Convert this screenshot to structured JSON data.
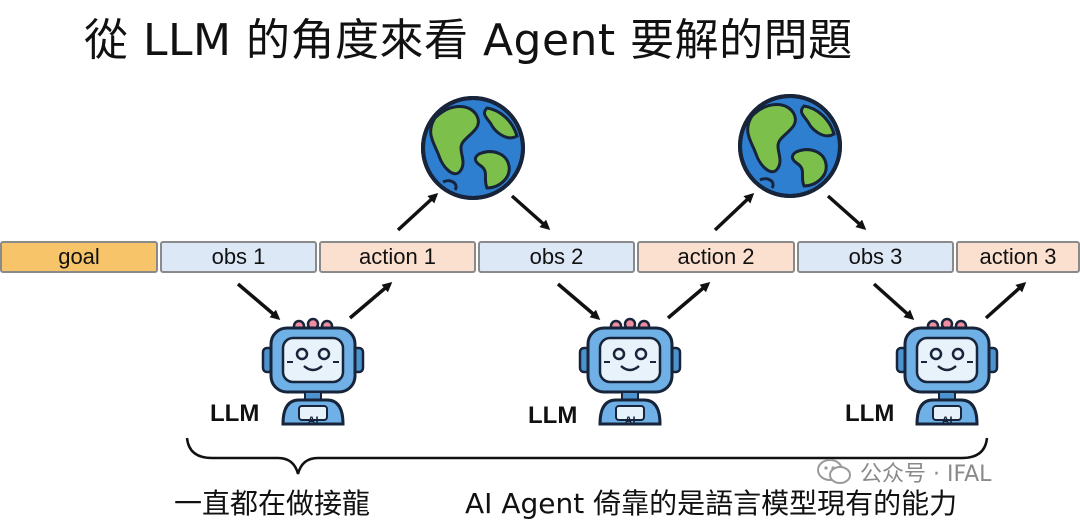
{
  "title": "從 LLM 的角度來看 Agent 要解的問題",
  "sequence": {
    "goal": "goal",
    "obs1": "obs 1",
    "action1": "action 1",
    "obs2": "obs 2",
    "action2": "action 2",
    "obs3": "obs 3",
    "action3": "action 3"
  },
  "llm": {
    "label": "LLM",
    "badge": "AI"
  },
  "bottom": {
    "left": "一直都在做接龍",
    "right": "AI Agent 倚靠的是語言模型現有的能力"
  },
  "watermark": "公众号 · IFAL",
  "colors": {
    "goal": "#f7c46a",
    "obs": "#dce8f6",
    "action": "#fbe0cf"
  }
}
